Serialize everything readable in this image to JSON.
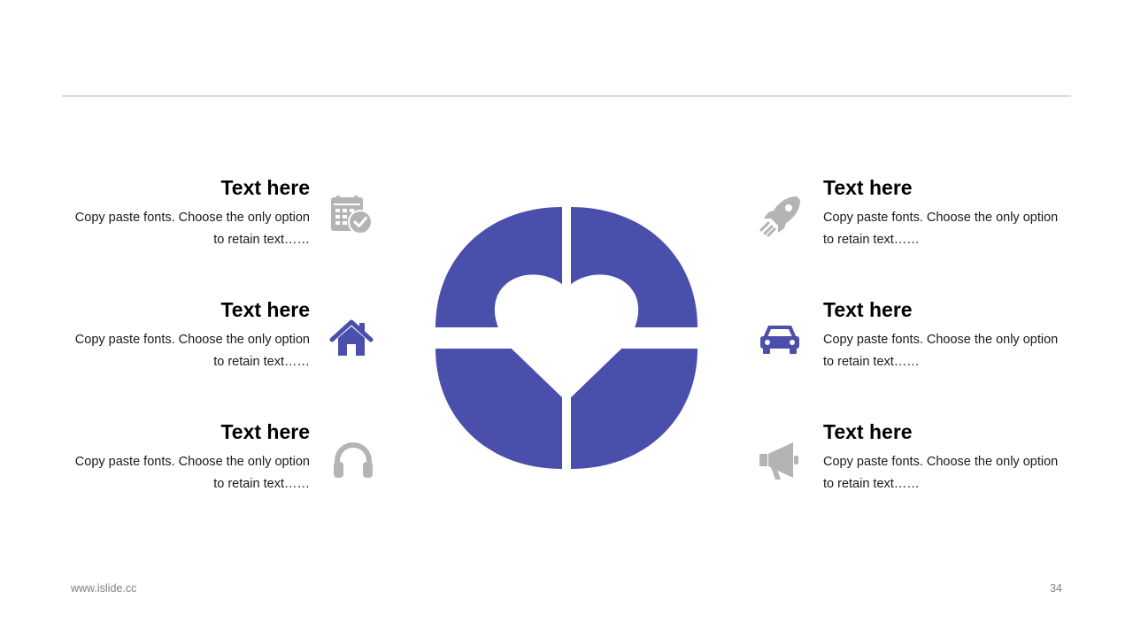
{
  "colors": {
    "accent": "#4a4fab",
    "icon_gray": "#b4b4b4",
    "rule": "#b3b3b3",
    "footer": "#808080"
  },
  "left_items": [
    {
      "title": "Text here",
      "line1": "Copy paste fonts. Choose the only option",
      "line2": "to retain text……",
      "icon": "calendar-clock-icon"
    },
    {
      "title": "Text here",
      "line1": "Copy paste fonts. Choose the only option",
      "line2": "to retain text……",
      "icon": "house-icon"
    },
    {
      "title": "Text here",
      "line1": "Copy paste fonts. Choose the only option",
      "line2": "to retain text……",
      "icon": "headphones-icon"
    }
  ],
  "right_items": [
    {
      "title": "Text here",
      "line1": "Copy paste fonts. Choose the only option",
      "line2": "to retain text……",
      "icon": "rocket-icon"
    },
    {
      "title": "Text here",
      "line1": "Copy paste fonts. Choose the only option",
      "line2": "to retain text……",
      "icon": "car-icon"
    },
    {
      "title": "Text here",
      "line1": "Copy paste fonts. Choose the only option",
      "line2": "to retain text……",
      "icon": "megaphone-icon"
    }
  ],
  "center_graphic": {
    "icon": "heart-icon"
  },
  "footer": {
    "website": "www.islide.cc",
    "page_number": "34"
  }
}
